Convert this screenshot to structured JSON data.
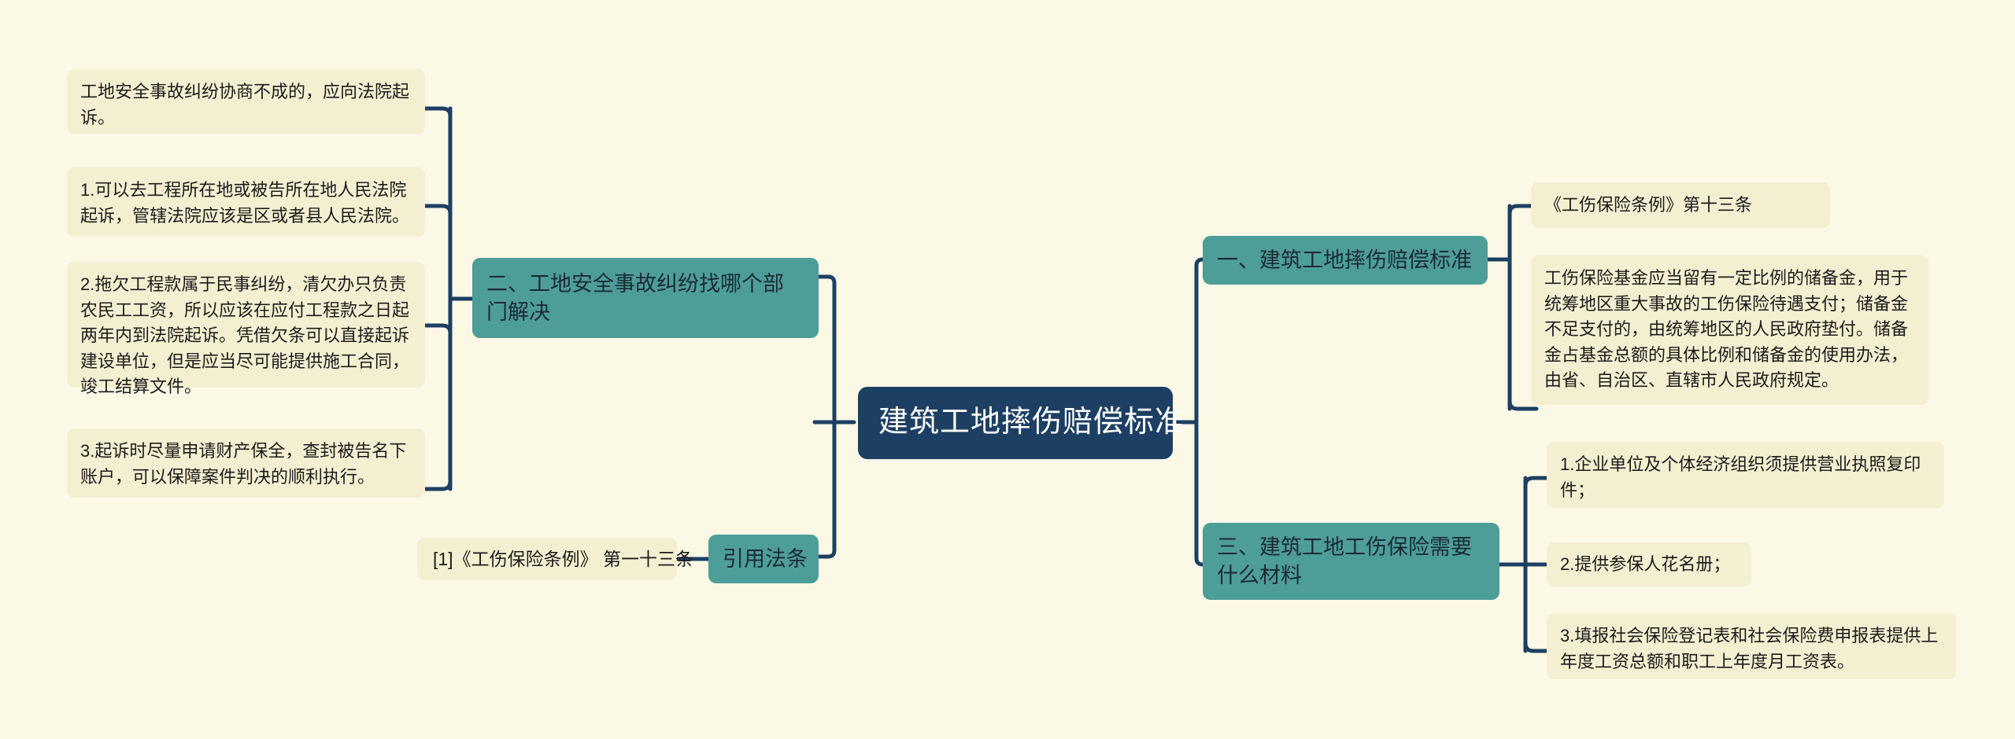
{
  "meta": {
    "kind": "mindmap",
    "background_color": "#fbf8e6",
    "root_color": "#1d3f63",
    "branch_color": "#4d9d99",
    "leaf_color": "#f5efd2",
    "connector_color": "#1d3f63"
  },
  "root": {
    "label": "建筑工地摔伤赔偿标准"
  },
  "branches": {
    "one": {
      "label": "一、建筑工地摔伤赔偿标准",
      "children": [
        {
          "label": "《工伤保险条例》第十三条"
        },
        {
          "label": "工伤保险基金应当留有一定比例的储备金，用于统筹地区重大事故的工伤保险待遇支付；储备金不足支付的，由统筹地区的人民政府垫付。储备金占基金总额的具体比例和储备金的使用办法，由省、自治区、直辖市人民政府规定。"
        }
      ]
    },
    "two": {
      "label": "二、工地安全事故纠纷找哪个部门解决",
      "children": [
        {
          "label": "工地安全事故纠纷协商不成的，应向法院起诉。"
        },
        {
          "label": "1.可以去工程所在地或被告所在地人民法院起诉，管辖法院应该是区或者县人民法院。"
        },
        {
          "label": "2.拖欠工程款属于民事纠纷，清欠办只负责农民工工资，所以应该在应付工程款之日起两年内到法院起诉。凭借欠条可以直接起诉建设单位，但是应当尽可能提供施工合同，竣工结算文件。"
        },
        {
          "label": "3.起诉时尽量申请财产保全，查封被告名下账户，可以保障案件判决的顺利执行。"
        }
      ]
    },
    "three": {
      "label": "三、建筑工地工伤保险需要什么材料",
      "children": [
        {
          "label": "1.企业单位及个体经济组织须提供营业执照复印件；"
        },
        {
          "label": "2.提供参保人花名册；"
        },
        {
          "label": "3.填报社会保险登记表和社会保险费申报表提供上年度工资总额和职工上年度月工资表。"
        }
      ]
    },
    "citation": {
      "label": "引用法条",
      "children": [
        {
          "label": "[1]《工伤保险条例》 第一十三条"
        }
      ]
    }
  }
}
